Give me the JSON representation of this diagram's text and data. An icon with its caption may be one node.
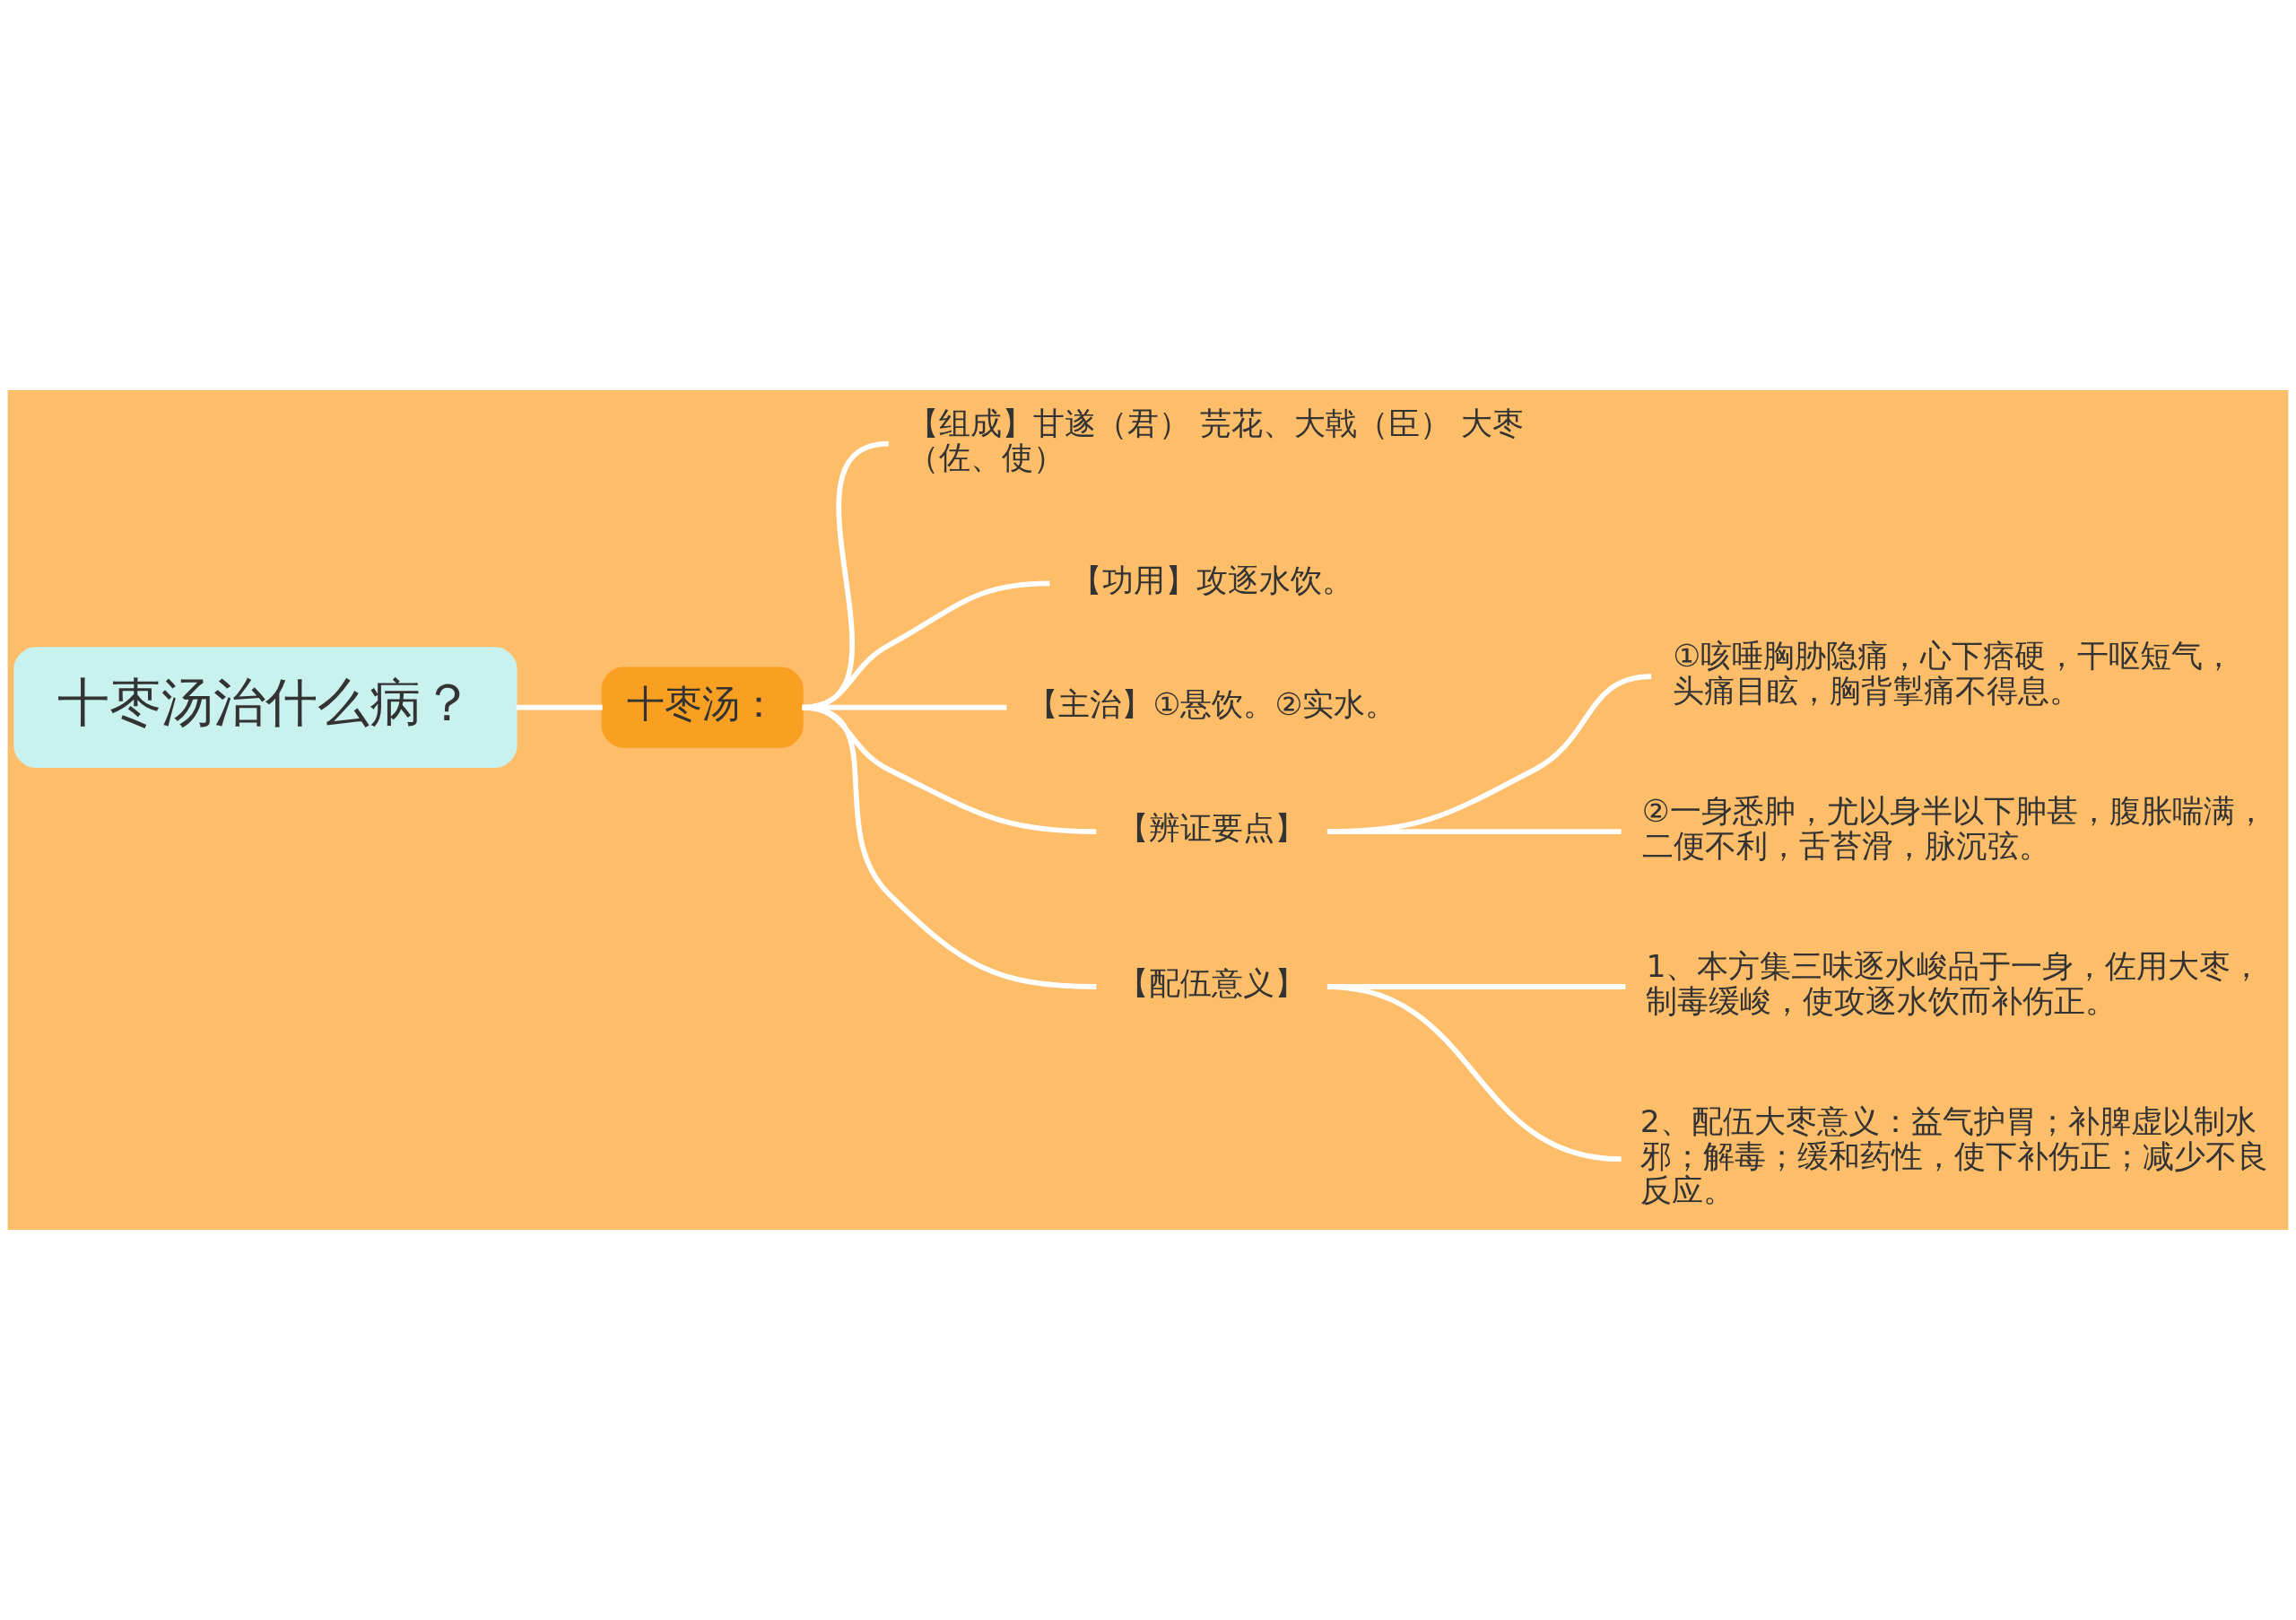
{
  "diagram": {
    "nodes": [
      {
        "text": [
          "十枣汤治什么病？"
        ]
      },
      {
        "text": [
          "十枣汤："
        ]
      },
      {
        "text": [
          "【组成】甘遂（君） 芫花、大戟（臣） 大枣（佐、使）"
        ]
      },
      {
        "text": [
          "【功用】攻逐水饮。"
        ]
      },
      {
        "text": [
          "【主治】①悬饮。②实水。"
        ]
      },
      {
        "text": [
          "【辨证要点】"
        ]
      },
      {
        "text": [
          "①咳唾胸胁隐痛，心下痞硬，干呕短气，头痛目眩，胸背掣痛不得息。"
        ]
      },
      {
        "text": [
          "②一身悉肿，尤以身半以下肿甚，腹胀喘满，二便不利，舌苔滑，脉沉弦。"
        ]
      },
      {
        "text": [
          "【配伍意义】"
        ]
      },
      {
        "text": [
          "1、本方集三味逐水峻品于一身，佐用大枣，制毒缓峻，使攻逐水饮而补伤正。"
        ]
      },
      {
        "text": [
          "2、配伍大枣意义：益气护胃；补脾虚以制水邪；解毒；缓和药性，使下补伤正；减少不良反应。"
        ]
      }
    ],
    "edges": [
      {
        "from": 0,
        "to": 1,
        "arrow": "none"
      },
      {
        "from": 1,
        "to": 2,
        "arrow": "none"
      },
      {
        "from": 1,
        "to": 3,
        "arrow": "none"
      },
      {
        "from": 1,
        "to": 4,
        "arrow": "none"
      },
      {
        "from": 1,
        "to": 5,
        "arrow": "none"
      },
      {
        "from": 5,
        "to": 6,
        "arrow": "none"
      },
      {
        "from": 5,
        "to": 7,
        "arrow": "none"
      },
      {
        "from": 1,
        "to": 8,
        "arrow": "none"
      },
      {
        "from": 8,
        "to": 9,
        "arrow": "none"
      },
      {
        "from": 8,
        "to": 10,
        "arrow": "none"
      }
    ]
  }
}
